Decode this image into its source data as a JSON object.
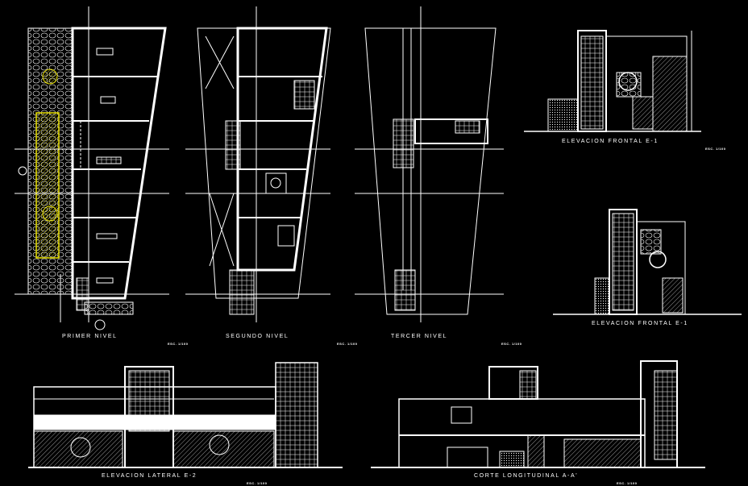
{
  "drawing": {
    "plans": [
      {
        "title": "PRIMER NIVEL",
        "scale": "ESC. 1/100"
      },
      {
        "title": "SEGUNDO NIVEL",
        "scale": "ESC. 1/100"
      },
      {
        "title": "TERCER NIVEL",
        "scale": "ESC. 1/100"
      }
    ],
    "elevations": [
      {
        "title": "ELEVACION FRONTAL E-1",
        "scale": "ESC. 1/100"
      },
      {
        "title": "ELEVACION FRONTAL E-1",
        "scale": ""
      },
      {
        "title": "ELEVACION LATERAL E-2",
        "scale": "ESC. 1/100"
      },
      {
        "title": "CORTE LONGITUDINAL A-A'",
        "scale": "ESC. 1/100"
      }
    ]
  },
  "colors": {
    "background": "#000000",
    "lines": "#ffffff",
    "highlight": "#e8e000"
  }
}
